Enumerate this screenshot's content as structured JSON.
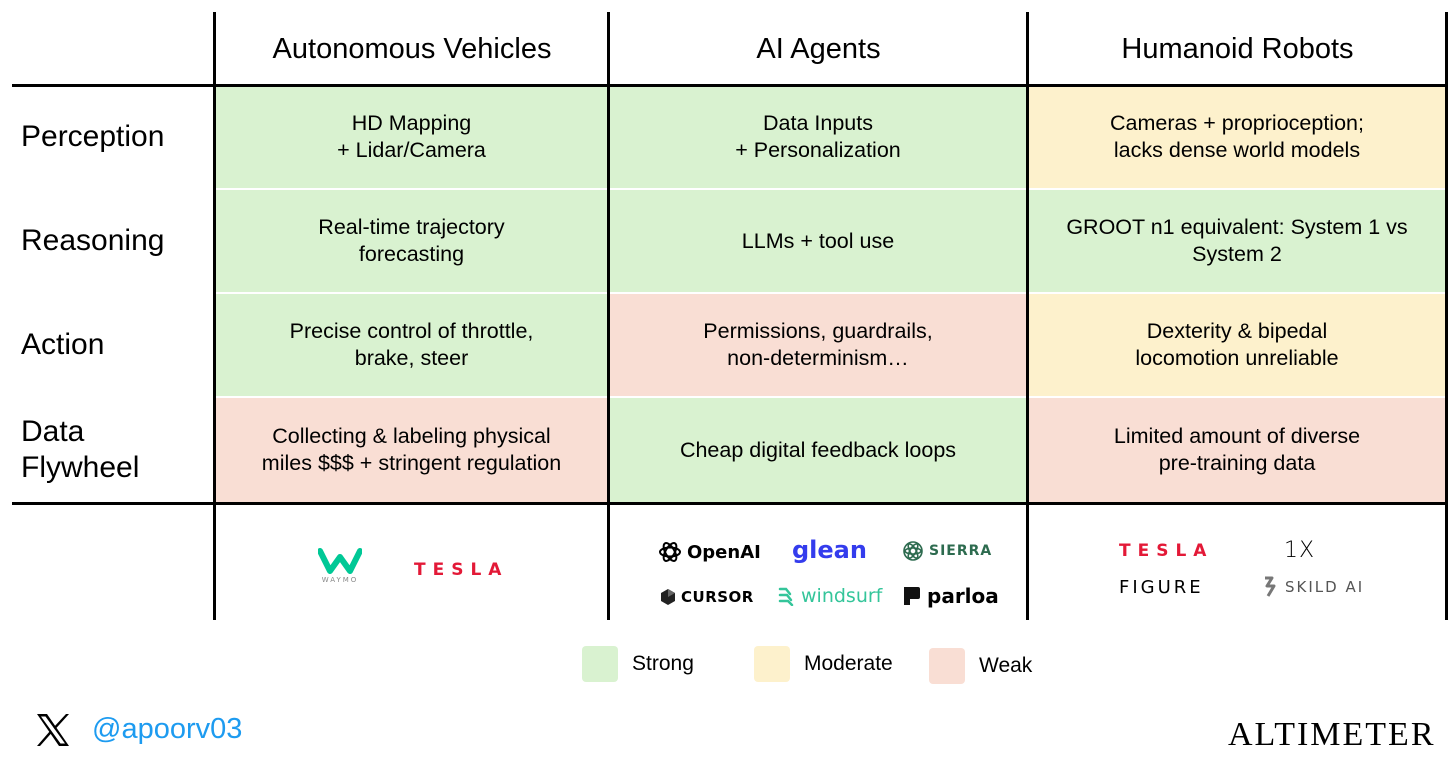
{
  "chart_data": {
    "type": "table",
    "columns": [
      "Autonomous Vehicles",
      "AI Agents",
      "Humanoid Robots"
    ],
    "rows": [
      {
        "label": "Perception",
        "cells": [
          {
            "text": "HD Mapping\n+ Lidar/Camera",
            "rating": "Strong"
          },
          {
            "text": "Data Inputs\n+ Personalization",
            "rating": "Strong"
          },
          {
            "text": "Cameras + proprioception;\nlacks dense world models",
            "rating": "Moderate"
          }
        ]
      },
      {
        "label": "Reasoning",
        "cells": [
          {
            "text": "Real-time trajectory\nforecasting",
            "rating": "Strong"
          },
          {
            "text": "LLMs + tool use",
            "rating": "Strong"
          },
          {
            "text": "GROOT n1 equivalent: System 1 vs\nSystem 2",
            "rating": "Strong"
          }
        ]
      },
      {
        "label": "Action",
        "cells": [
          {
            "text": "Precise control of throttle,\nbrake, steer",
            "rating": "Strong"
          },
          {
            "text": "Permissions, guardrails,\nnon-determinism…",
            "rating": "Weak"
          },
          {
            "text": "Dexterity & bipedal\nlocomotion unreliable",
            "rating": "Moderate"
          }
        ]
      },
      {
        "label": "Data\nFlywheel",
        "cells": [
          {
            "text": "Collecting & labeling physical\nmiles $$$ + stringent regulation",
            "rating": "Weak"
          },
          {
            "text": "Cheap digital feedback loops",
            "rating": "Strong"
          },
          {
            "text": "Limited amount of diverse\npre-training data",
            "rating": "Weak"
          }
        ]
      }
    ],
    "legend": [
      {
        "label": "Strong",
        "color": "#d9f2d0"
      },
      {
        "label": "Moderate",
        "color": "#fdf1cc"
      },
      {
        "label": "Weak",
        "color": "#f9ded4"
      }
    ]
  },
  "logos": {
    "waymo": "WAYMO",
    "tesla": "TESLA",
    "openai": "OpenAI",
    "glean": "glean",
    "sierra": "SIERRA",
    "cursor": "CURSOR",
    "windsurf": "windsurf",
    "parloa": "parloa",
    "tesla2": "TESLA",
    "onex": "1X",
    "figure": "FIGURE",
    "skild": "SKILD AI"
  },
  "footer": {
    "handle": "@apoorv03",
    "brand": "ALTIMETER"
  },
  "colors": {
    "handle": "#1d9bf0",
    "tesla_red": "#e31937",
    "waymo_green": "#00c896",
    "glean_blue": "#343ced",
    "sierra_green": "#2d6b4f",
    "windsurf_green": "#34c59a"
  },
  "icons": [
    "x-logo-icon",
    "openai-icon",
    "sierra-icon",
    "cursor-icon",
    "windsurf-icon",
    "parloa-icon",
    "skild-icon",
    "waymo-icon"
  ]
}
